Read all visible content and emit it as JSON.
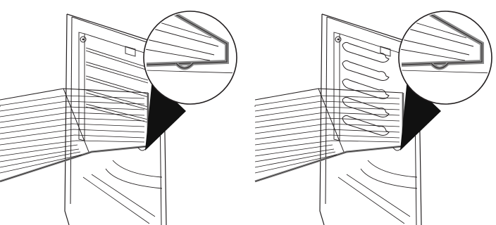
{
  "figure": {
    "panels": [
      {
        "id": "left",
        "subject": "oven-rack-pulled-out",
        "rack_slides": "none"
      },
      {
        "id": "right",
        "subject": "oven-rack-pulled-out",
        "rack_slides": "embossed"
      }
    ],
    "colors": {
      "line": "#231f20",
      "rack_highlight": "#8a8a8a",
      "callout_fill": "#111111",
      "background": "#ffffff"
    },
    "icons": [
      "oven-cavity",
      "wire-rack",
      "magnifier-callout"
    ]
  }
}
